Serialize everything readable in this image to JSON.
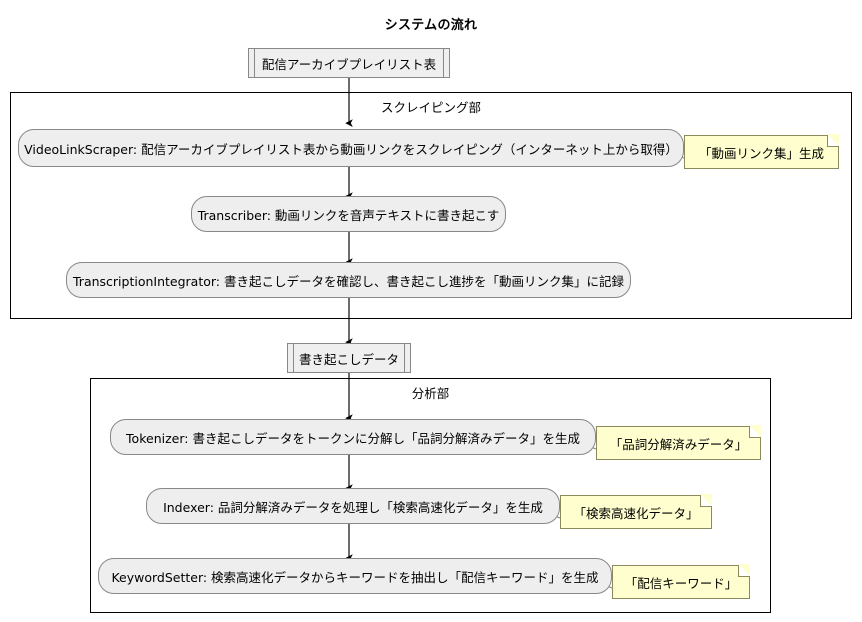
{
  "title": "システムの流れ",
  "colors": {
    "node_fill": "#EEEEEE",
    "node_border": "#888888",
    "note_fill": "#FEFECE",
    "note_border": "#8A8A5C",
    "partition_border": "#000000",
    "edge": "#000000",
    "background": "#FFFFFF"
  },
  "start_object": {
    "label": "配信アーカイブプレイリスト表"
  },
  "middle_object": {
    "label": "書き起こしデータ"
  },
  "partitions": [
    {
      "title": "スクレイピング部",
      "activities": [
        {
          "label": "VideoLinkScraper: 配信アーカイブプレイリスト表から動画リンクをスクレイピング（インターネット上から取得）",
          "note": "「動画リンク集」生成"
        },
        {
          "label": "Transcriber: 動画リンクを音声テキストに書き起こす",
          "note": ""
        },
        {
          "label": "TranscriptionIntegrator: 書き起こしデータを確認し、書き起こし進捗を「動画リンク集」に記録",
          "note": ""
        }
      ]
    },
    {
      "title": "分析部",
      "activities": [
        {
          "label": "Tokenizer: 書き起こしデータをトークンに分解し「品詞分解済みデータ」を生成",
          "note": "「品詞分解済みデータ」"
        },
        {
          "label": "Indexer: 品詞分解済みデータを処理し「検索高速化データ」を生成",
          "note": "「検索高速化データ」"
        },
        {
          "label": "KeywordSetter: 検索高速化データからキーワードを抽出し「配信キーワード」を生成",
          "note": "「配信キーワード」"
        }
      ]
    }
  ]
}
